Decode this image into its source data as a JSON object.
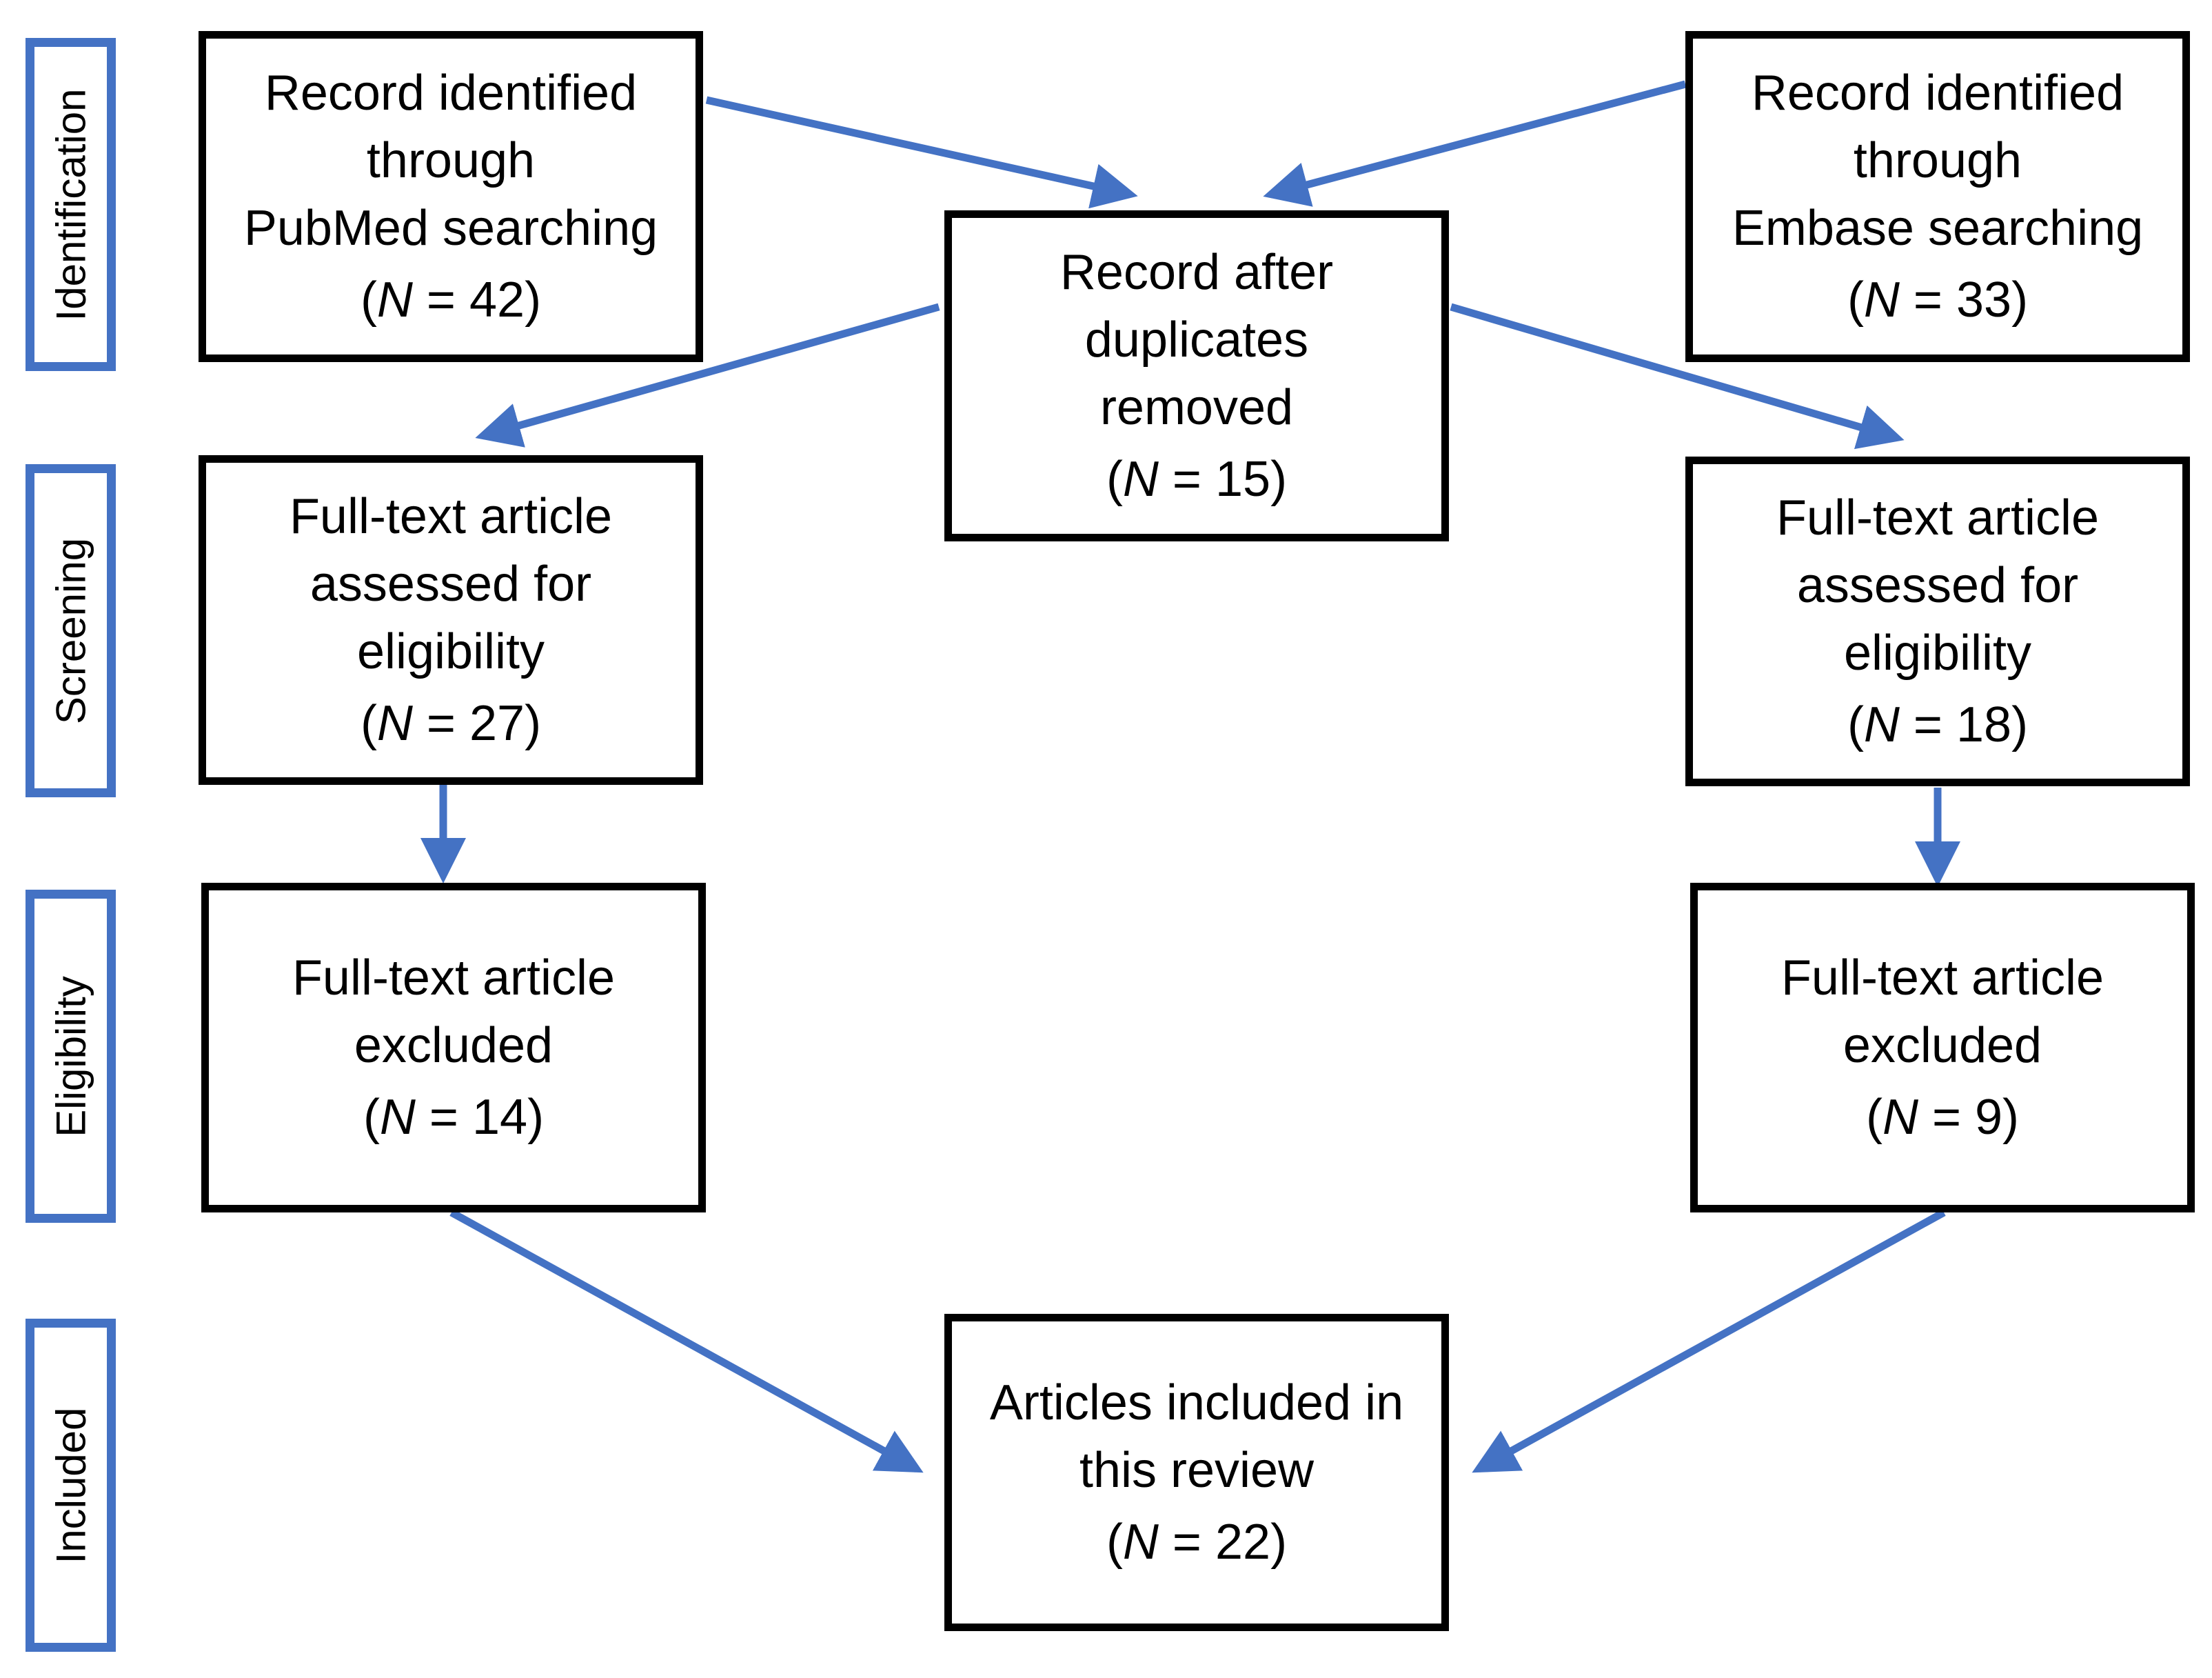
{
  "stages": [
    "Identification",
    "Screening",
    "Eligibility",
    "Included"
  ],
  "boxes": {
    "pubmed": {
      "lines": [
        "Record identified",
        "through",
        "PubMed searching"
      ],
      "n": "42"
    },
    "embase": {
      "lines": [
        "Record identified",
        "through",
        "Embase searching"
      ],
      "n": "33"
    },
    "dedup": {
      "lines": [
        "Record after",
        "duplicates",
        "removed"
      ],
      "n": "15"
    },
    "screen_l": {
      "lines": [
        "Full-text article",
        "assessed for",
        "eligibility"
      ],
      "n": "27"
    },
    "screen_r": {
      "lines": [
        "Full-text article",
        "assessed for",
        "eligibility"
      ],
      "n": "18"
    },
    "excl_l": {
      "lines": [
        "Full-text article",
        "excluded"
      ],
      "n": "14"
    },
    "excl_r": {
      "lines": [
        "Full-text article",
        "excluded"
      ],
      "n": "9"
    },
    "included": {
      "lines": [
        "Articles included in",
        "this review"
      ],
      "n": "22"
    }
  },
  "count_symbol": "N",
  "colors": {
    "arrow": "#4472C4",
    "stage_border": "#4472C4",
    "box_border": "#000000"
  }
}
